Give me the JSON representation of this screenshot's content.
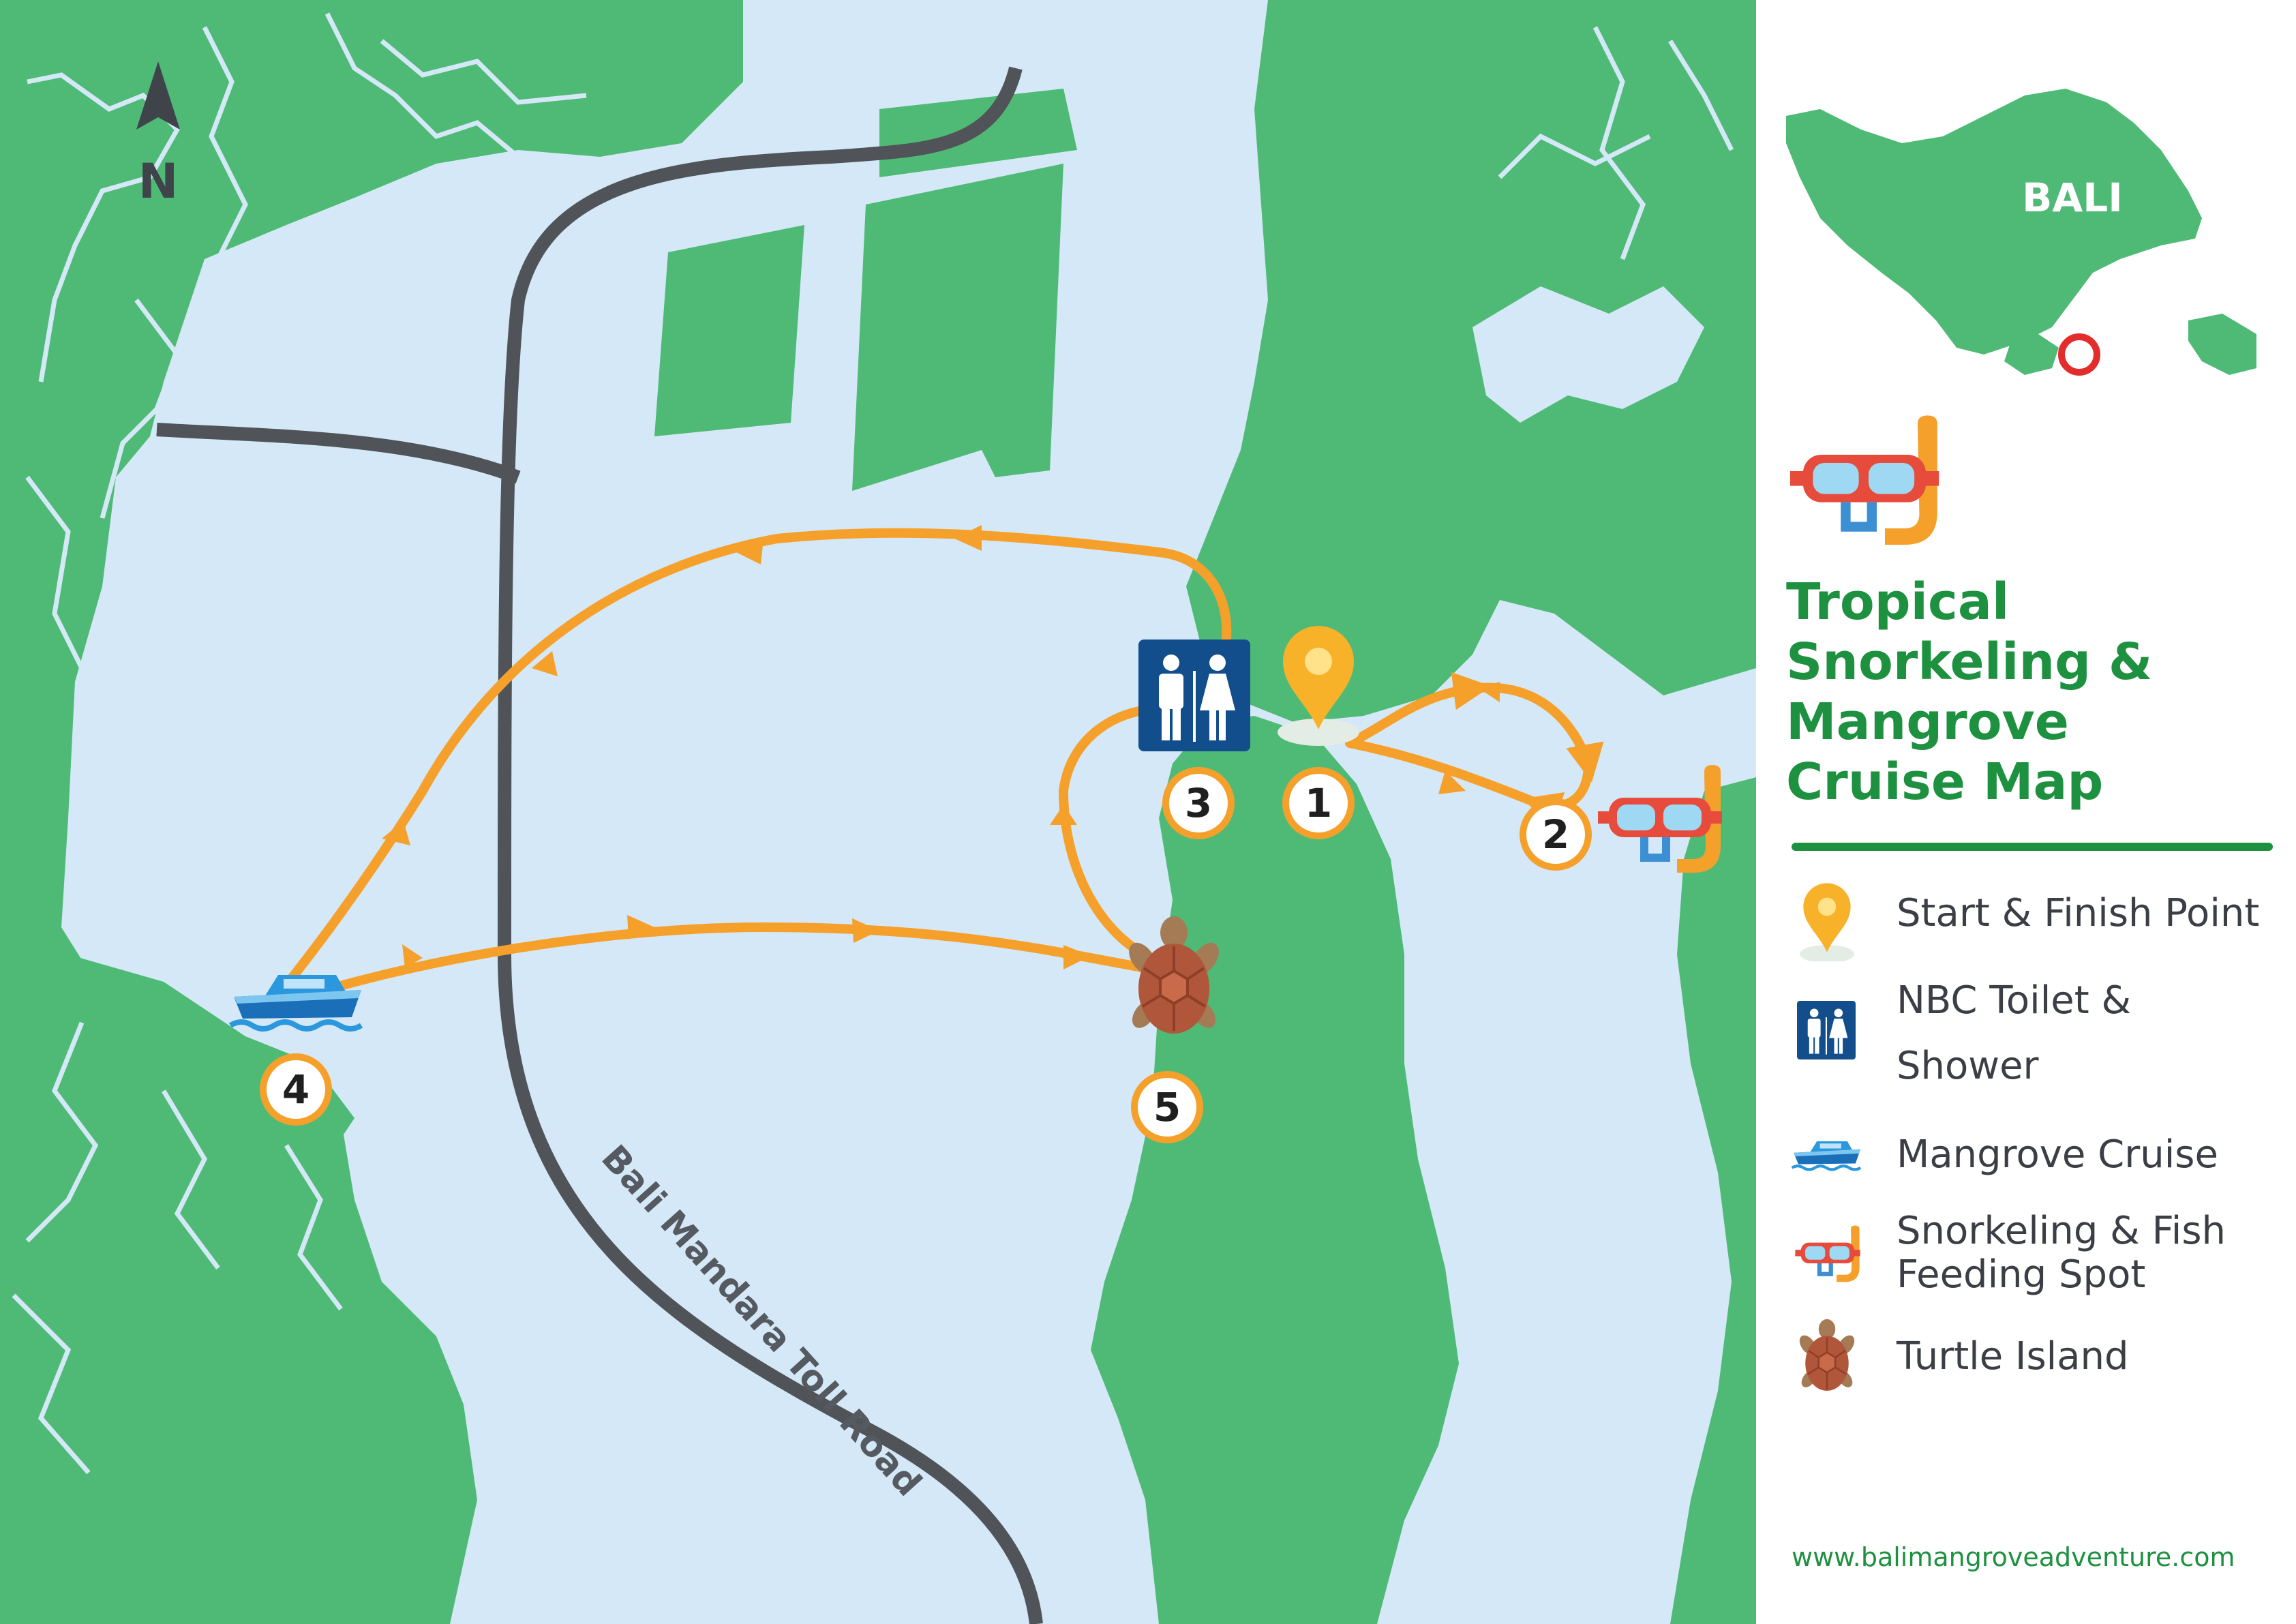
{
  "map": {
    "road_label": "Bali Mandara Toll Road",
    "north_label": "N",
    "inset_label": "BALI",
    "markers": [
      {
        "number": "1",
        "type": "start-finish"
      },
      {
        "number": "2",
        "type": "snorkeling"
      },
      {
        "number": "3",
        "type": "toilet-shower"
      },
      {
        "number": "4",
        "type": "mangrove-cruise"
      },
      {
        "number": "5",
        "type": "turtle-island"
      }
    ]
  },
  "panel": {
    "title_lines": [
      "Tropical",
      "Snorkeling &",
      "Mangrove",
      "Cruise Map"
    ],
    "legend": [
      {
        "icon": "location-pin-icon",
        "label_lines": [
          "Start & Finish Point"
        ]
      },
      {
        "icon": "toilet-shower-icon",
        "label_lines": [
          "NBC Toilet &",
          "Shower"
        ]
      },
      {
        "icon": "boat-icon",
        "label_lines": [
          "Mangrove Cruise"
        ]
      },
      {
        "icon": "snorkel-mask-icon",
        "label_lines": [
          "Snorkeling & Fish",
          "Feeding Spot"
        ]
      },
      {
        "icon": "turtle-icon",
        "label_lines": [
          "Turtle Island"
        ]
      }
    ],
    "website": "www.balimangroveadventure.com"
  },
  "colors": {
    "land": "#4fba76",
    "water": "#d4e8f7",
    "road": "#505459",
    "route": "#f6a02c",
    "accent_green": "#1e9140",
    "marker_border": "#f6a02c"
  }
}
